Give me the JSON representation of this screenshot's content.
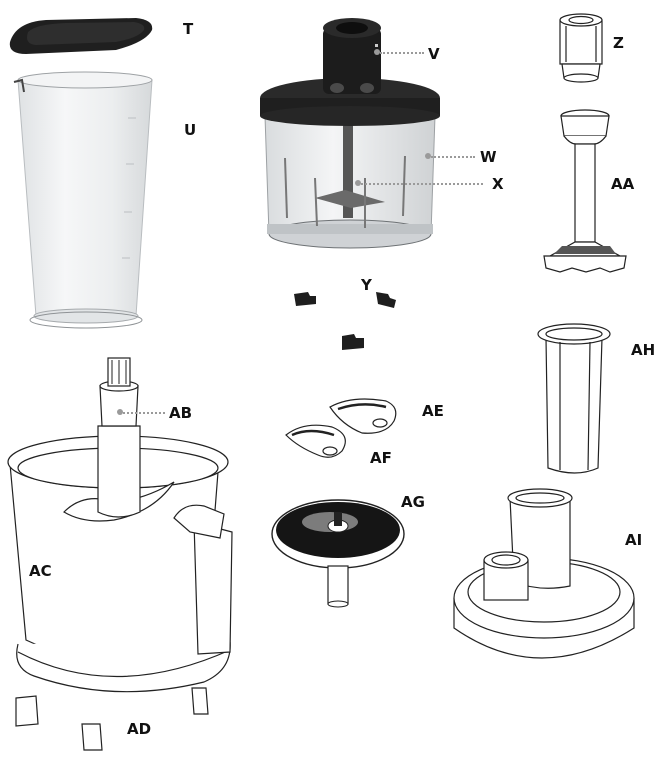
{
  "diagram": {
    "type": "exploded-parts-diagram",
    "subject": "Hand blender / food processor accessories",
    "parts": [
      {
        "id": "T",
        "label": "T",
        "description": "Beaker lid (black)"
      },
      {
        "id": "U",
        "label": "U",
        "description": "Measuring beaker (transparent)"
      },
      {
        "id": "V",
        "label": "V",
        "description": "Chopper gearbox cover (black)"
      },
      {
        "id": "W",
        "label": "W",
        "description": "Chopper bowl (transparent)"
      },
      {
        "id": "X",
        "label": "X",
        "description": "Chopper blade"
      },
      {
        "id": "Y",
        "label": "Y",
        "description": "Non-slip feet for chopper bowl (x3)"
      },
      {
        "id": "Z",
        "label": "Z",
        "description": "Coupler / adapter"
      },
      {
        "id": "AA",
        "label": "AA",
        "description": "Masher attachment"
      },
      {
        "id": "AB",
        "label": "AB",
        "description": "Food processor blade with drive shaft"
      },
      {
        "id": "AC",
        "label": "AC",
        "description": "Food processor bowl"
      },
      {
        "id": "AD",
        "label": "AD",
        "description": "Non-slip feet for processor bowl (x3)"
      },
      {
        "id": "AE",
        "label": "AE",
        "description": "Slicing / grating insert"
      },
      {
        "id": "AF",
        "label": "AF",
        "description": "Slicing / grating insert"
      },
      {
        "id": "AG",
        "label": "AG",
        "description": "Disc holder with shaft"
      },
      {
        "id": "AH",
        "label": "AH",
        "description": "Food pusher"
      },
      {
        "id": "AI",
        "label": "AI",
        "description": "Lid with feed tube"
      }
    ]
  },
  "colors": {
    "background": "#ffffff",
    "label_text": "#111111",
    "leader_line": "#9a9a9a",
    "black_part": "#1c1c1c",
    "transparent_part": "#e9ecee",
    "line_art": "#222222"
  }
}
